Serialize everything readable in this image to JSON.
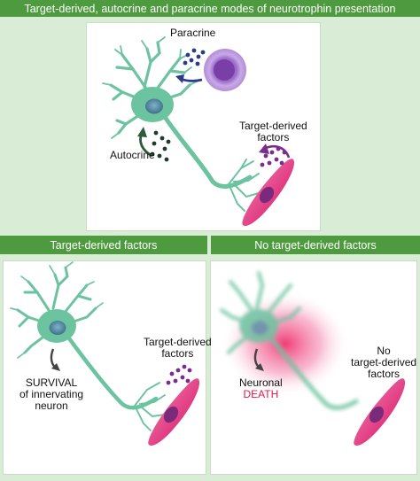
{
  "header": {
    "title": "Target-derived, autocrine and paracrine modes of neurotrophin presentation"
  },
  "top_panel": {
    "paracrine_label": "Paracrine",
    "autocrine_label": "Autocrine",
    "target_label_line1": "Target-derived",
    "target_label_line2": "factors"
  },
  "left_panel": {
    "header": "Target-derived factors",
    "target_label_line1": "Target-derived",
    "target_label_line2": "factors",
    "survival_line1": "SURVIVAL",
    "survival_line2": "of innervating",
    "survival_line3": "neuron"
  },
  "right_panel": {
    "header": "No target-derived factors",
    "neuronal_label": "Neuronal",
    "death_label": "DEATH",
    "no_line1": "No",
    "no_line2": "target-derived",
    "no_line3": "factors"
  },
  "colors": {
    "header_green": "#4e9a3f",
    "background_green": "#d9ecd5",
    "neuron_green": "#6cc3a0",
    "nucleus_blue": "#5b8fa8",
    "target_cell_pink": "#e3468a",
    "target_nucleus_purple": "#7a2a7a",
    "paracrine_cell_purple": "#b68ed6",
    "factor_purple": "#7b2d8b",
    "autocrine_dots": "#1f3d2b",
    "paracrine_dots": "#2a3a8c",
    "death_red": "#e0184c"
  }
}
